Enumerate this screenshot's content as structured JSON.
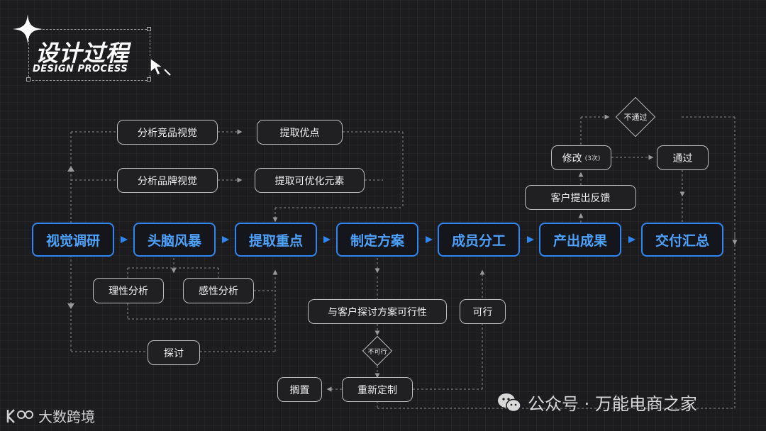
{
  "header": {
    "title": "设计过程",
    "subtitle": "DESIGN PROCESS"
  },
  "main_steps": [
    "视觉调研",
    "头脑风暴",
    "提取重点",
    "制定方案",
    "成员分工",
    "产出成果",
    "交付汇总"
  ],
  "sub_nodes": {
    "competitor_visual": "分析竞品视觉",
    "extract_strengths": "提取优点",
    "brand_visual": "分析品牌视觉",
    "extract_optimizable": "提取可优化元素",
    "rational_analysis": "理性分析",
    "emotional_analysis": "感性分析",
    "discuss": "探讨",
    "client_feasibility": "与客户探讨方案可行性",
    "feasible": "可行",
    "recustomize": "重新定制",
    "shelve": "搁置",
    "client_feedback": "客户提出反馈",
    "revise": "修改",
    "revise_note": "(3次)",
    "passed": "通过"
  },
  "decisions": {
    "not_feasible": "不可行",
    "not_passed": "不通过"
  },
  "watermark": {
    "left_brand": "大数跨境",
    "right_text": "公众号 · 万能电商之家"
  },
  "colors": {
    "background": "#1c1c1e",
    "accent_blue": "#2f86f0",
    "node_border": "#bdbdbd",
    "connector": "#8a8a8a"
  }
}
